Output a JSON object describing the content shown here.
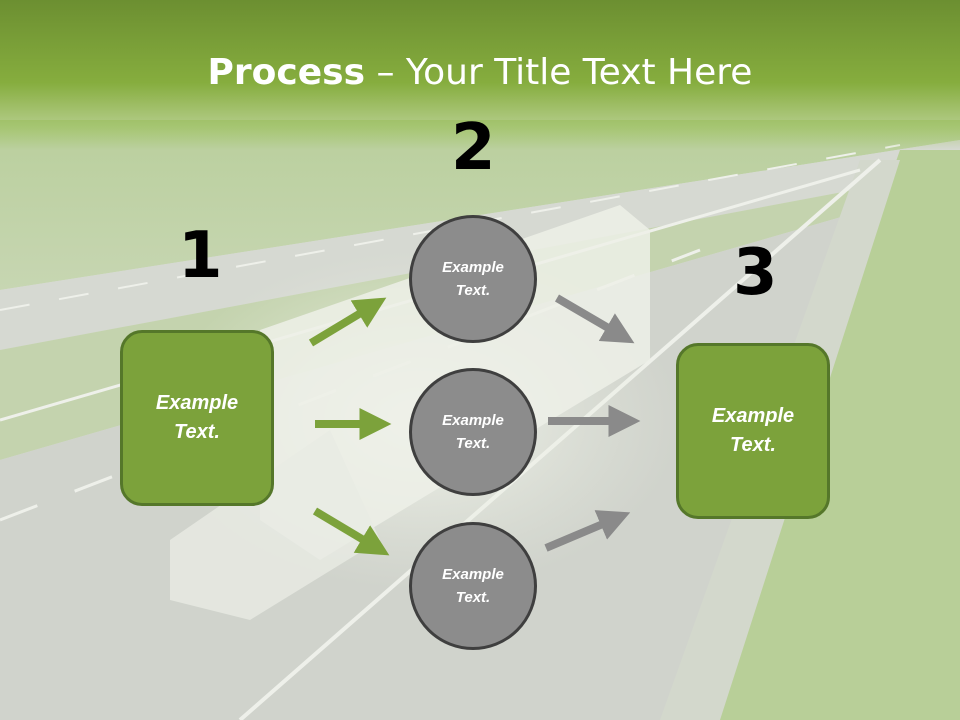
{
  "title": {
    "bold": "Process",
    "rest": " – Your Title Text Here"
  },
  "steps": [
    {
      "number": "1",
      "text": "Example Text."
    },
    {
      "number": "2",
      "text": "Example Text."
    },
    {
      "number": "3",
      "text": "Example Text."
    }
  ],
  "circles": [
    {
      "text": "Example Text."
    },
    {
      "text": "Example Text."
    },
    {
      "text": "Example Text."
    }
  ],
  "colors": {
    "accent_green": "#7ca23b",
    "green_border": "#55772a",
    "circle_gray": "#8c8c8c",
    "circle_border": "#3f3f3f",
    "arrow_green": "#7ca23b",
    "arrow_gray": "#8a8a8a"
  },
  "background": "highway-with-truck-photo"
}
